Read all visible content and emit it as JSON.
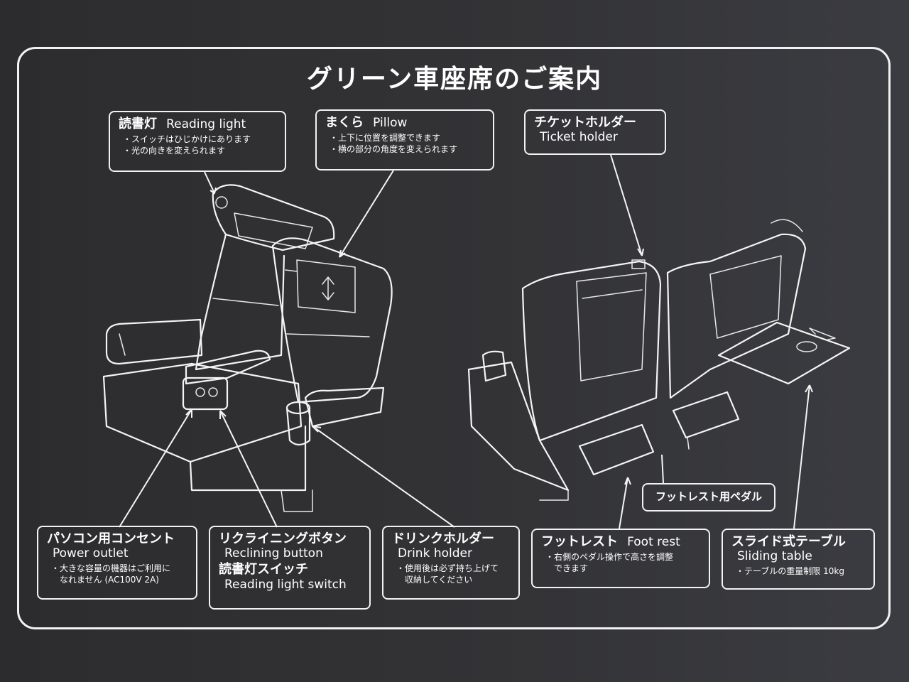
{
  "title": "グリーン車座席のご案内",
  "labels": {
    "reading_light": {
      "jp": "読書灯",
      "en": "Reading light",
      "notes": [
        "・スイッチはひじかけにあります",
        "・光の向きを変えられます"
      ]
    },
    "pillow": {
      "jp": "まくら",
      "en": "Pillow",
      "notes": [
        "・上下に位置を調整できます",
        "・横の部分の角度を変えられます"
      ]
    },
    "ticket_holder": {
      "jp": "チケットホルダー",
      "en": "Ticket holder"
    },
    "footrest_pedal": {
      "jp": "フットレスト用ペダル"
    },
    "power_outlet": {
      "jp": "パソコン用コンセント",
      "en": "Power outlet",
      "notes": [
        "・大きな容量の機器はご利用に",
        "　なれません (AC100V 2A)"
      ]
    },
    "reclining_button": {
      "jp": "リクライニングボタン",
      "en": "Reclining button",
      "jp2": "読書灯スイッチ",
      "en2": "Reading light switch"
    },
    "drink_holder": {
      "jp": "ドリンクホルダー",
      "en": "Drink holder",
      "notes": [
        "・使用後は必ず持ち上げて",
        "　収納してください"
      ]
    },
    "foot_rest": {
      "jp": "フットレスト",
      "en": "Foot rest",
      "notes": [
        "・右側のペダル操作で高さを調整",
        "　できます"
      ]
    },
    "sliding_table": {
      "jp": "スライド式テーブル",
      "en": "Sliding table",
      "notes": [
        "・テーブルの重量制限 10kg"
      ]
    }
  }
}
